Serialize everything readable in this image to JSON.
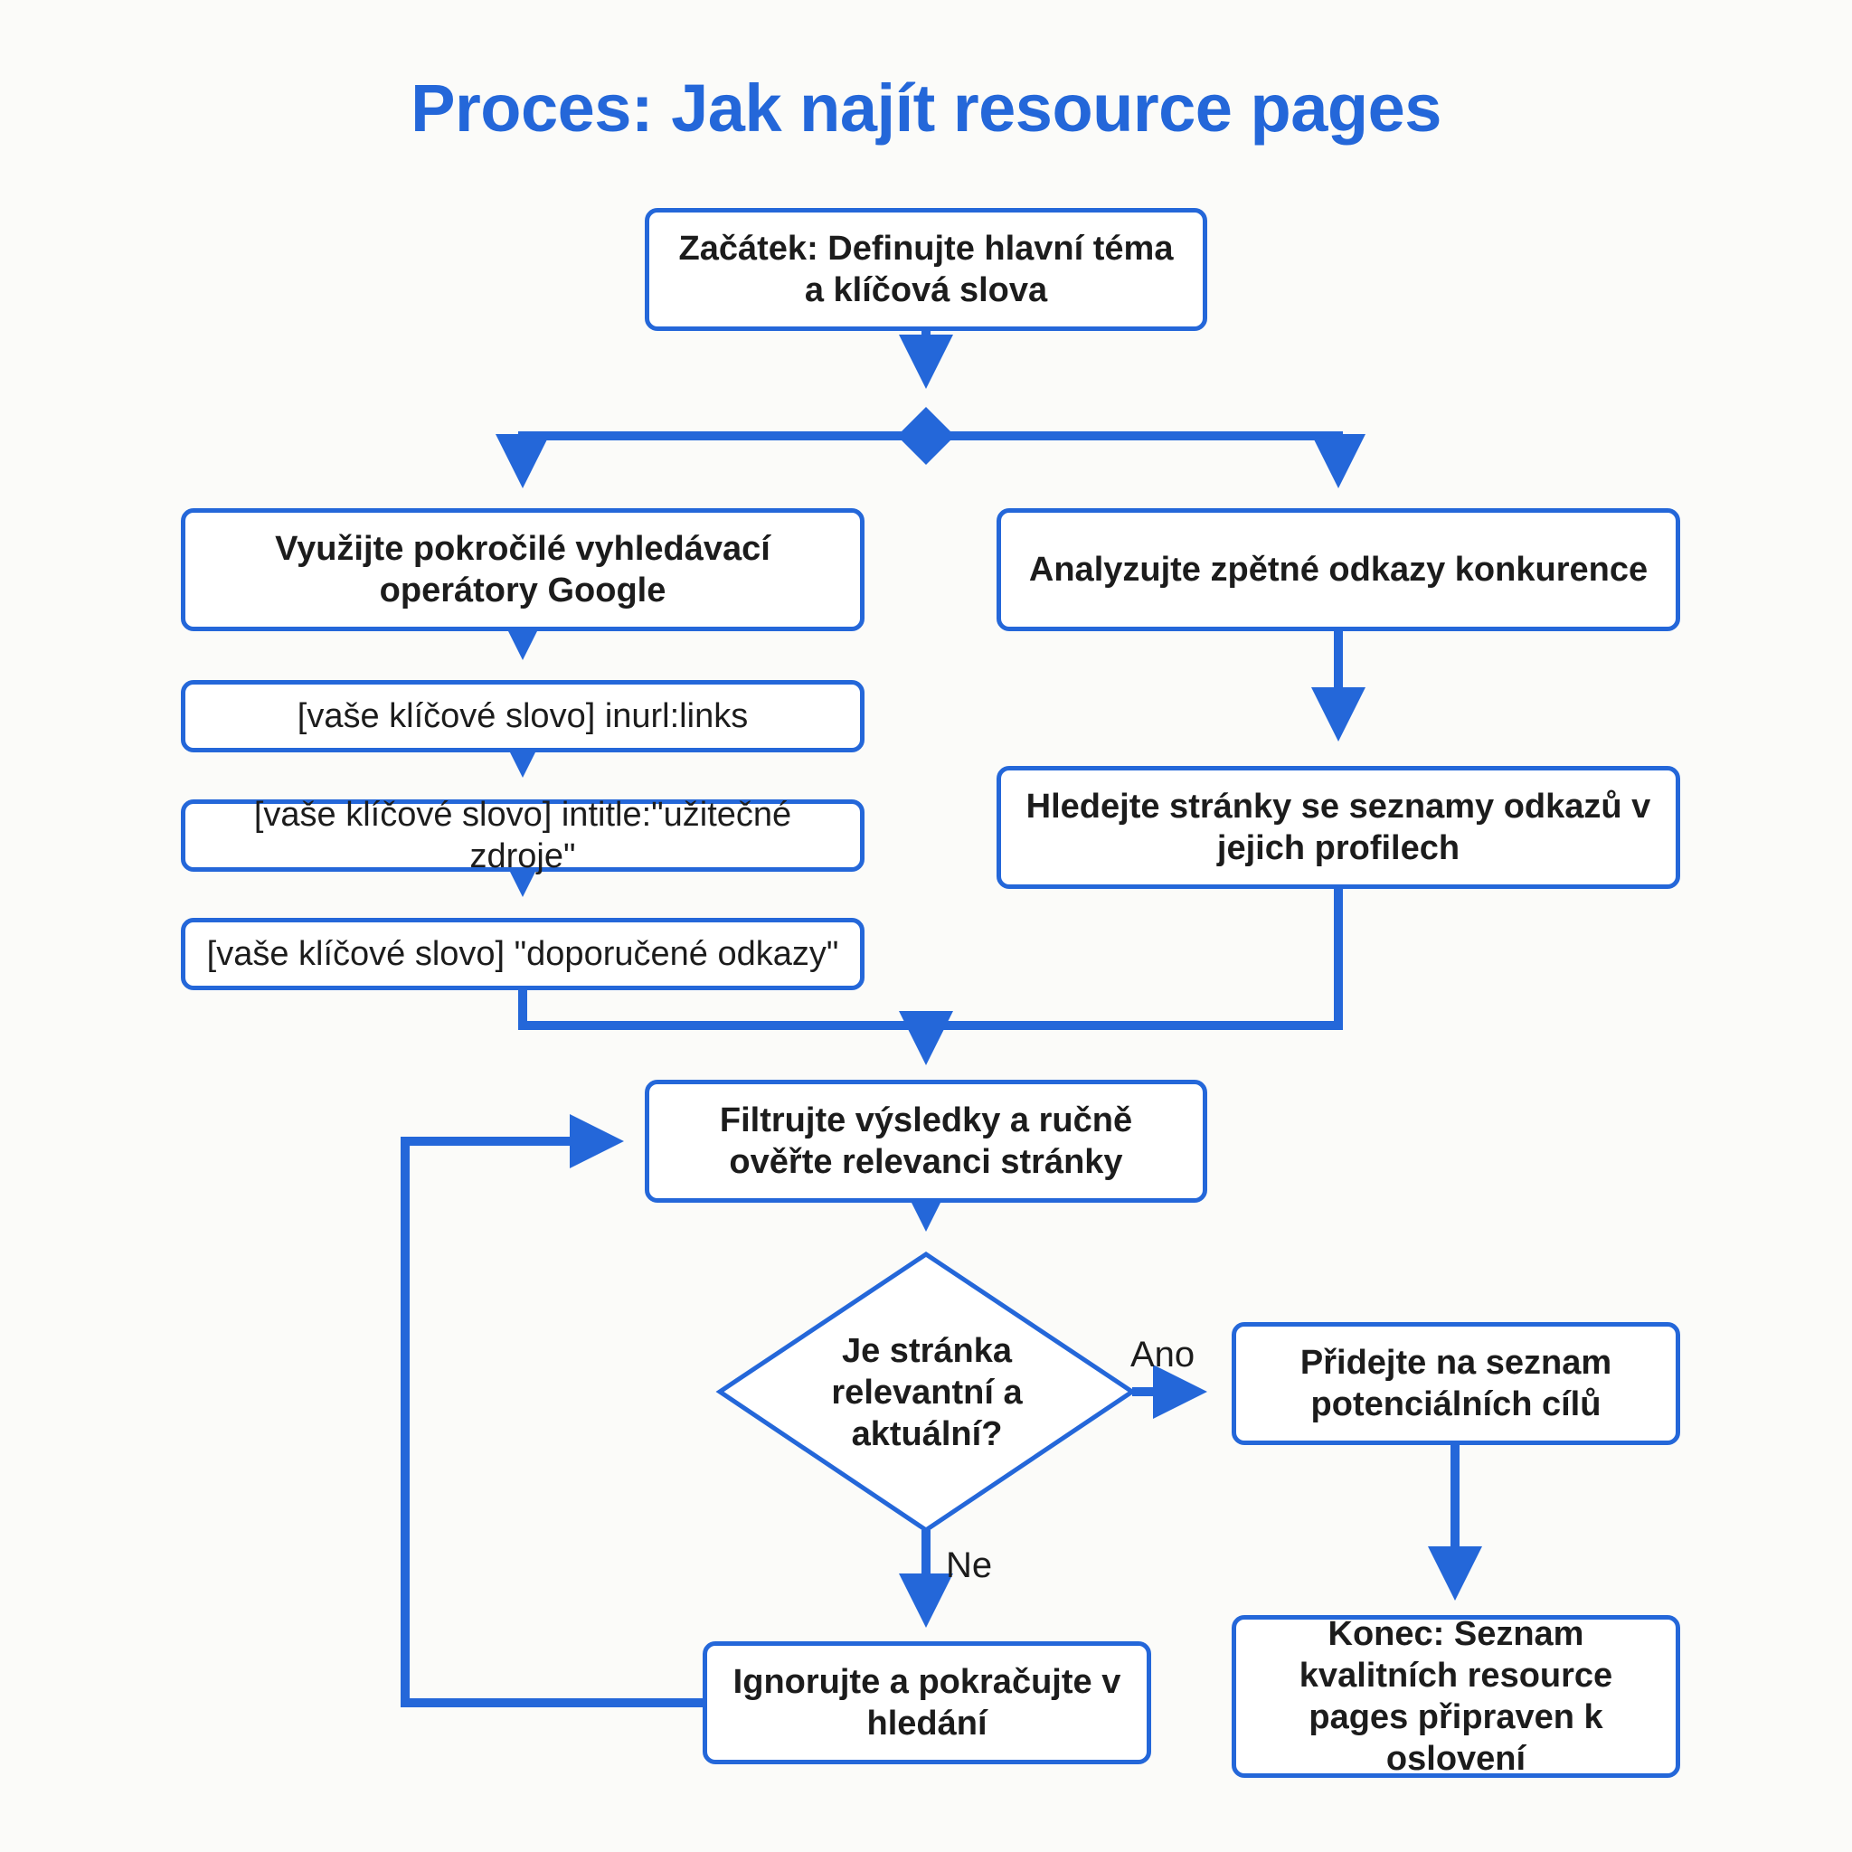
{
  "title": "Proces: Jak najít resource pages",
  "nodes": {
    "start": "Začátek: Definujte hlavní téma a klíčová slova",
    "operators": "Využijte pokročilé vyhledávací operátory Google",
    "query1": "[vaše klíčové slovo] inurl:links",
    "query2": "[vaše klíčové slovo] intitle:\"užitečné zdroje\"",
    "query3": "[vaše klíčové slovo] \"doporučené odkazy\"",
    "backlinks": "Analyzujte zpětné odkazy konkurence",
    "profiles": "Hledejte stránky se seznamy odkazů v jejich profilech",
    "filter": "Filtrujte výsledky a ručně ověřte relevanci stránky",
    "decision": "Je stránka relevantní a aktuální?",
    "add": "Přidejte na seznam potenciálních cílů",
    "ignore": "Ignorujte a pokračujte v hledání",
    "end": "Konec: Seznam kvalitních resource pages připraven k oslovení"
  },
  "edge_labels": {
    "yes": "Ano",
    "no": "Ne"
  },
  "colors": {
    "accent": "#2467d9",
    "text": "#1c1c1c",
    "background": "#fbfbf9"
  }
}
